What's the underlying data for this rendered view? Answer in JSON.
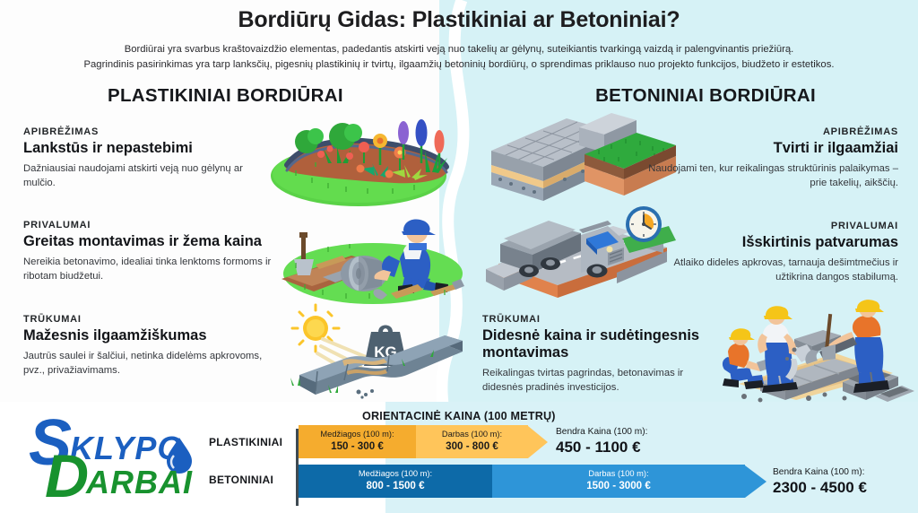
{
  "header": {
    "title": "Bordiūrų Gidas: Plastikiniai ar Betoniniai?",
    "subtitle_line1": "Bordiūrai yra svarbus kraštovaizdžio elementas, padedantis atskirti veją nuo takelių ar gėlynų, suteikiantis tvarkingą vaizdą ir palengvinantis priežiūrą.",
    "subtitle_line2": "Pagrindinis pasirinkimas yra tarp lanksčių, pigesnių plastikinių ir tvirtų, ilgaamžių betoninių bordiūrų, o sprendimas priklauso nuo projekto funkcijos, biudžeto ir estetikos."
  },
  "columns": {
    "left": {
      "heading": "PLASTIKINIAI BORDIŪRAI",
      "blocks": [
        {
          "kicker": "APIBRĖŽIMAS",
          "heading": "Lankstūs ir nepastebimi",
          "body": "Dažniausiai naudojami atskirti veją nuo gėlynų ar mulčio.",
          "illustration": "flower-bed-with-plastic-edging-illustration"
        },
        {
          "kicker": "PRIVALUMAI",
          "heading": "Greitas montavimas ir žema kaina",
          "body": "Nereikia betonavimo, idealiai tinka lenktoms formoms ir ribotam biudžetui.",
          "illustration": "worker-installing-edging-roll-illustration"
        },
        {
          "kicker": "TRŪKUMAI",
          "heading": "Mažesnis ilgaamžiškumas",
          "body": "Jautrūs saulei ir šalčiui, netinka didelėms apkrovoms, pvz., privažiavimams.",
          "illustration": "sun-weight-warped-border-illustration"
        }
      ]
    },
    "right": {
      "heading": "BETONINIAI BORDIŪRAI",
      "blocks": [
        {
          "kicker": "APIBRĖŽIMAS",
          "heading": "Tvirti ir ilgaamžiai",
          "body": "Naudojami ten, kur reikalingas struktūrinis palaikymas – prie takelių, aikščių.",
          "illustration": "paving-cross-section-illustration"
        },
        {
          "kicker": "PRIVALUMAI",
          "heading": "Išskirtinis patvarumas",
          "body": "Atlaiko dideles apkrovas, tarnauja dešimtmečius ir užtikrina dangos stabilumą.",
          "illustration": "dump-truck-on-road-with-clock-illustration"
        },
        {
          "kicker": "TRŪKUMAI",
          "heading": "Didesnė kaina ir sudėtingesnis montavimas",
          "body": "Reikalingas tvirtas pagrindas, betonavimas ir didesnės pradinės investicijos.",
          "illustration": "workers-laying-concrete-curb-illustration"
        }
      ]
    }
  },
  "logo": {
    "word_top": "SKLYPO",
    "word_bottom": "DARBAI",
    "letter_s": "S",
    "letter_d": "D",
    "droplet": "water-drop-icon",
    "color_blue": "#1b5fc0",
    "color_green": "#18922e"
  },
  "chart_data": {
    "type": "bar",
    "title": "ORIENTACINĖ KAINA (100 METRŲ)",
    "unit": "€",
    "categories": [
      "PLASTIKINIAI",
      "BETONINIAI"
    ],
    "segments": [
      "Medžiagos (100 m):",
      "Darbas (100 m):"
    ],
    "total_label": "Bendra Kaina (100 m):",
    "rows": [
      {
        "label": "PLASTIKINIAI",
        "color": "#f5ac2e",
        "segments": [
          {
            "label": "Medžiagos (100 m):",
            "value": "150 - 300 €",
            "min": 150,
            "max": 300,
            "color": "#f5ac2e"
          },
          {
            "label": "Darbas (100 m):",
            "value": "300 - 800 €",
            "min": 300,
            "max": 800,
            "color": "#ffc55a"
          }
        ],
        "total": {
          "label": "Bendra Kaina (100 m):",
          "value": "450 - 1100 €",
          "min": 450,
          "max": 1100
        }
      },
      {
        "label": "BETONINIAI",
        "color": "#0d6aa8",
        "segments": [
          {
            "label": "Medžiagos (100 m):",
            "value": "800 - 1500 €",
            "min": 800,
            "max": 1500,
            "color": "#0d6aa8"
          },
          {
            "label": "Darbas (100 m):",
            "value": "1500 - 3000 €",
            "min": 1500,
            "max": 3000,
            "color": "#2e95d8"
          }
        ],
        "total": {
          "label": "Bendra Kaina (100 m):",
          "value": "2300 - 4500 €",
          "min": 2300,
          "max": 4500
        }
      }
    ],
    "xlabel": "",
    "ylabel": "",
    "grid": false,
    "legend": "none"
  }
}
